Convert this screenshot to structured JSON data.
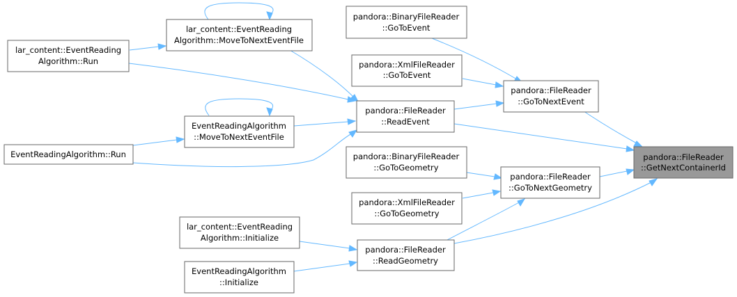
{
  "colors": {
    "edge": "#63b8ff",
    "node_border": "#666666",
    "focus_fill": "#999999",
    "node_fill": "#ffffff"
  },
  "nodes": {
    "get_next_container_id": [
      "pandora::FileReader",
      "::GetNextContainerId"
    ],
    "read_event": [
      "pandora::FileReader",
      "::ReadEvent"
    ],
    "read_geometry": [
      "pandora::FileReader",
      "::ReadGeometry"
    ],
    "go_to_next_event": [
      "pandora::FileReader",
      "::GoToNextEvent"
    ],
    "go_to_next_geometry": [
      "pandora::FileReader",
      "::GoToNextGeometry"
    ],
    "binary_go_to_event": [
      "pandora::BinaryFileReader",
      "::GoToEvent"
    ],
    "xml_go_to_event": [
      "pandora::XmlFileReader",
      "::GoToEvent"
    ],
    "binary_go_to_geometry": [
      "pandora::BinaryFileReader",
      "::GoToGeometry"
    ],
    "xml_go_to_geometry": [
      "pandora::XmlFileReader",
      "::GoToGeometry"
    ],
    "lar_move_to_next_event_file": [
      "lar_content::EventReading",
      "Algorithm::MoveToNextEventFile"
    ],
    "lar_run": [
      "lar_content::EventReading",
      "Algorithm::Run"
    ],
    "era_move_to_next_event_file": [
      "EventReadingAlgorithm",
      "::MoveToNextEventFile"
    ],
    "era_run": [
      "EventReadingAlgorithm::Run"
    ],
    "lar_initialize": [
      "lar_content::EventReading",
      "Algorithm::Initialize"
    ],
    "era_initialize": [
      "EventReadingAlgorithm",
      "::Initialize"
    ]
  }
}
